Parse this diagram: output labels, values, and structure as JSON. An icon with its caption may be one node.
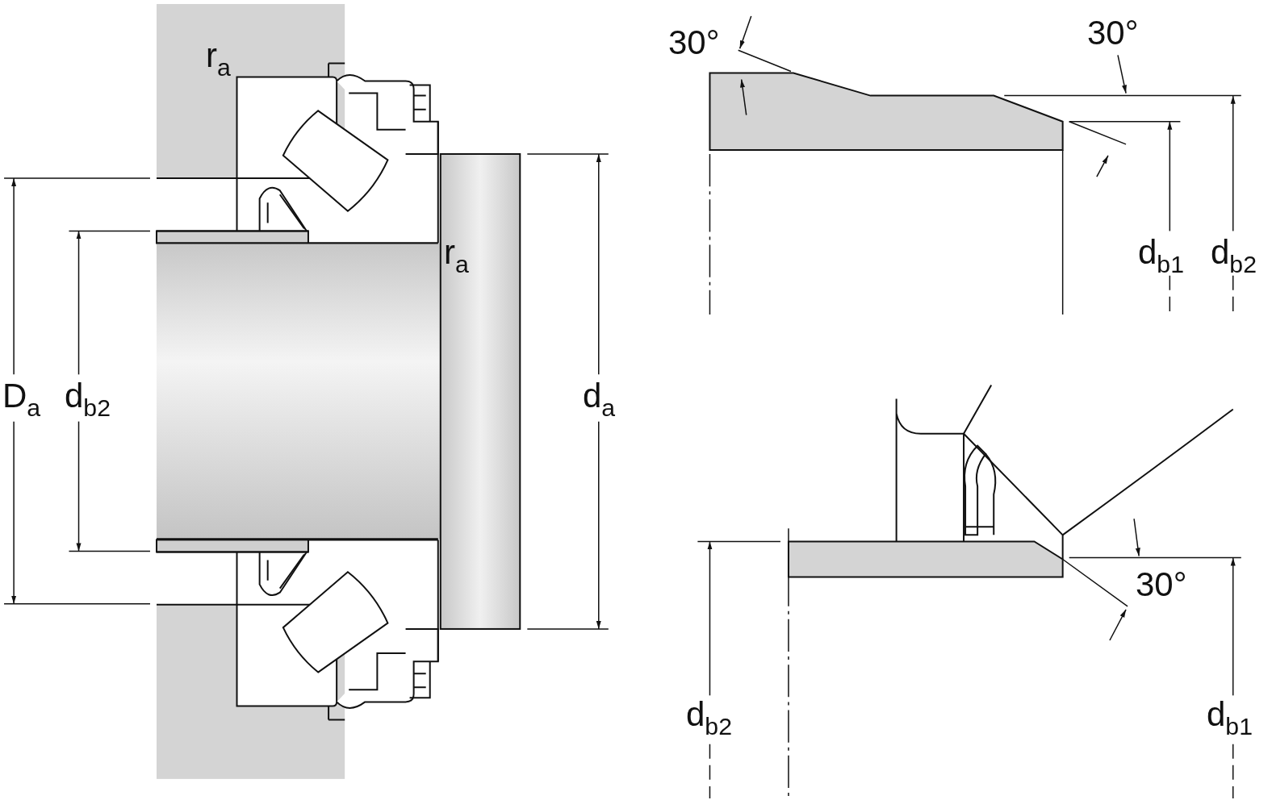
{
  "diagram": {
    "labels": [
      "30°",
      "30°",
      "r$_{a}$",
      "r$_{a}$",
      "d$_{b1}$",
      "d$_{b2}$",
      "D$_{a}$",
      "d$_{b2}$",
      "d$_{a}$",
      "30°",
      "d$_{b2}$",
      "d$_{b1}$"
    ]
  }
}
